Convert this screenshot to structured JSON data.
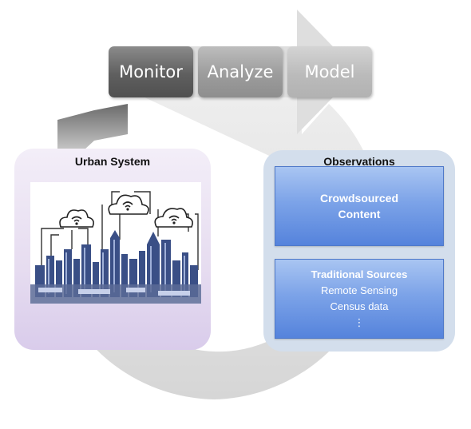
{
  "cycle": {
    "stages": [
      "Monitor",
      "Analyze",
      "Model"
    ],
    "colors": {
      "monitor": "#5f5f5f",
      "analyze": "#9c9c9c",
      "model": "#bbbbbb",
      "cycle_arrow": "#e3e3e3"
    }
  },
  "urban_system": {
    "title": "Urban System",
    "image_description_icon": "city-skyline-with-wifi-cloud-icons",
    "panel_color": "#e6dcf0"
  },
  "observations": {
    "title": "Observations",
    "crowdsourced": {
      "line1": "Crowdsourced",
      "line2": "Content"
    },
    "traditional": {
      "title": "Traditional Sources",
      "items": [
        "Remote Sensing",
        "Census data",
        "⋮"
      ]
    },
    "panel_color": "#d3deec",
    "box_color": "#7ca3e8"
  }
}
